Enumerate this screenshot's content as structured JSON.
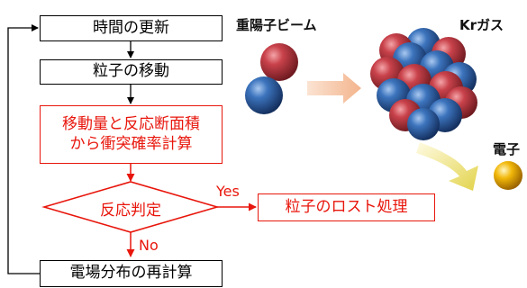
{
  "flowchart": {
    "step_time_update": "時間の更新",
    "step_particle_move": "粒子の移動",
    "step_collision_line1": "移動量と反応断面積",
    "step_collision_line2": "から衝突確率計算",
    "decision_reaction": "反応判定",
    "branch_yes": "Yes",
    "branch_no": "No",
    "step_particle_lost": "粒子のロスト処理",
    "step_field_recalc": "電場分布の再計算"
  },
  "illustration": {
    "beam_label": "重陽子ビーム",
    "gas_label": "Krガス",
    "electron_label": "電子"
  },
  "colors": {
    "flow_accent": "#e8160c",
    "proton_red": "#b5323a",
    "neutron_blue": "#2e64a8",
    "electron_gold": "#f0b400"
  }
}
